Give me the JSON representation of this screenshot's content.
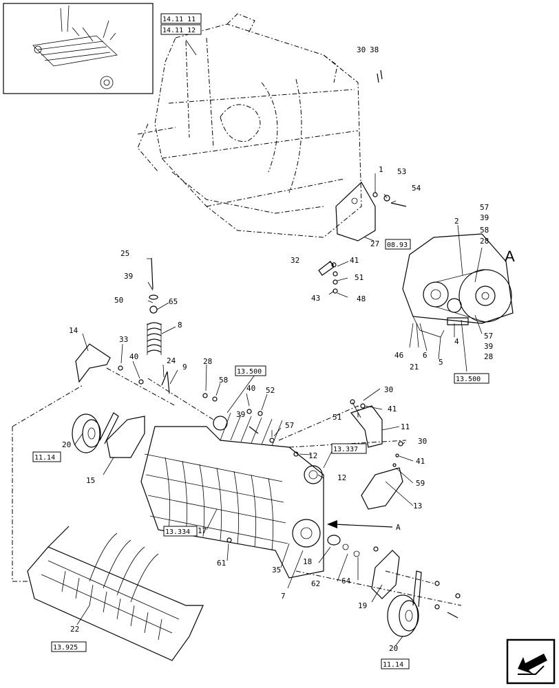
{
  "callouts": [
    "30",
    "38",
    "1",
    "53",
    "54",
    "57",
    "39",
    "58",
    "28",
    "2",
    "27",
    "32",
    "41",
    "51",
    "43",
    "48",
    "25",
    "39",
    "50",
    "65",
    "8",
    "14",
    "33",
    "40",
    "24",
    "9",
    "28",
    "58",
    "40",
    "52",
    "20",
    "15",
    "39",
    "57",
    "30",
    "51",
    "41",
    "11",
    "12",
    "12",
    "30",
    "41",
    "59",
    "13",
    "17",
    "35",
    "7",
    "18",
    "62",
    "64",
    "19",
    "20",
    "22",
    "61",
    "46",
    "21",
    "6",
    "5",
    "4",
    "57",
    "39",
    "28"
  ],
  "view_label": "A",
  "arrow_label": "A",
  "refs": [
    "14.11 11",
    "14.11 12",
    "08.93",
    "13.500",
    "13.500",
    "11.14",
    "13.337",
    "13.334",
    "13.925",
    "11.14"
  ],
  "nav_icon": "arrow-down-left-icon"
}
